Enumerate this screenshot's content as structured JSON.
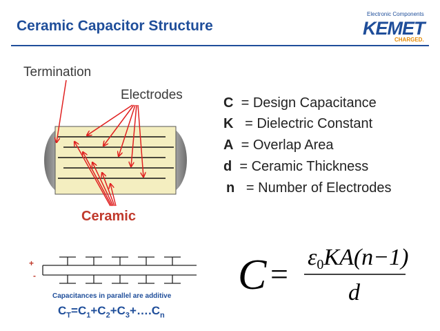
{
  "header": {
    "title": "Ceramic Capacitor Structure",
    "logo_tagline": "Electronic Components",
    "logo_name": "KEMET",
    "logo_charged": "CHARGED."
  },
  "diagram": {
    "termination_label": "Termination",
    "electrodes_label": "Electrodes",
    "ceramic_label": "Ceramic"
  },
  "definitions": [
    {
      "symbol": "C",
      "text": "= Design Capacitance"
    },
    {
      "symbol": "K",
      "text": "= Dielectric Constant"
    },
    {
      "symbol": "A",
      "text": "= Overlap Area"
    },
    {
      "symbol": "d",
      "text": "= Ceramic Thickness"
    },
    {
      "symbol": "n",
      "text": "= Number of Electrodes"
    }
  ],
  "parallel": {
    "plus": "+",
    "minus": "-",
    "note": "Capacitances in parallel are additive",
    "eq_ct": "C",
    "eq_t": "T",
    "eq_eq": "=C",
    "eq_1": "1",
    "eq_p2": "+C",
    "eq_2": "2",
    "eq_p3": "+C",
    "eq_3": "3",
    "eq_dots": "+….C",
    "eq_n": "n"
  },
  "formula": {
    "lhs": "C",
    "equals": "=",
    "eps": "ε",
    "eps_sub": "0",
    "num_rest": "KA(n−1)",
    "den": "d"
  },
  "colors": {
    "brand_blue": "#1f4e9a",
    "arrow_red": "#e02020",
    "ceramic_red": "#c0392b",
    "body_fill": "#f4eec0",
    "termination_grey": "#8c8c8c"
  }
}
